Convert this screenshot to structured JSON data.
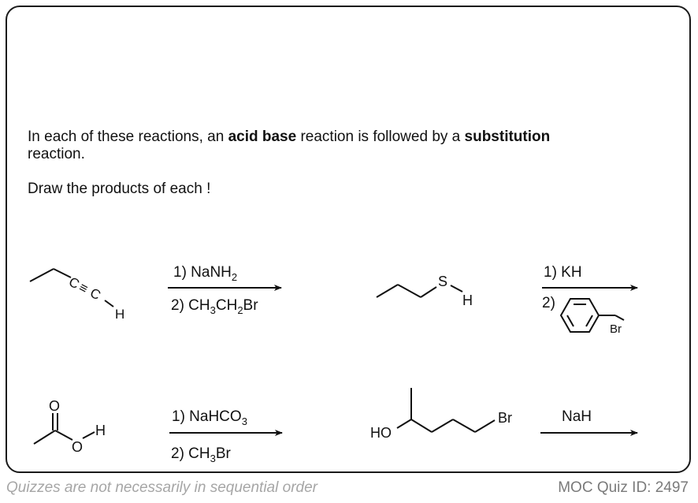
{
  "intro": {
    "part1": "In each of these reactions, an ",
    "bold1": "acid base",
    "part2": " reaction is followed by a ",
    "bold2": "substitution",
    "part3": " reaction."
  },
  "instruction": "Draw the products of each !",
  "reactions": [
    {
      "reactant_labels": {
        "c1": "C",
        "triple": "≡",
        "c2": "C",
        "h": "H"
      },
      "step1": {
        "prefix": "1) NaNH",
        "sub": "2"
      },
      "step2": {
        "a": "2) CH",
        "s1": "3",
        "b": "CH",
        "s2": "2",
        "c": "Br"
      }
    },
    {
      "reactant_labels": {
        "s": "S",
        "h": "H"
      },
      "step1": "1) KH",
      "step2": "2)",
      "reagent_label": "Br"
    },
    {
      "reactant_labels": {
        "o_top": "O",
        "o": "O",
        "h": "H"
      },
      "step1": {
        "prefix": "1) NaHCO",
        "sub": "3"
      },
      "step2": {
        "a": "2) CH",
        "s1": "3",
        "b": "Br"
      }
    },
    {
      "reactant_labels": {
        "ho": "HO",
        "br": "Br"
      },
      "step1": "NaH"
    }
  ],
  "footer": {
    "left": "Quizzes are not necessarily in sequential order",
    "right": "MOC Quiz ID: 2497"
  }
}
